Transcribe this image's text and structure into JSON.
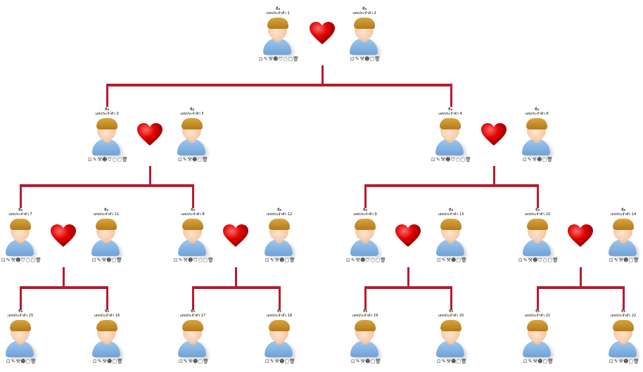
{
  "name_label": "ชื่อ",
  "id_prefix": "เลขประจำตัว",
  "colors": {
    "connector": "#b51c2e",
    "heart": "#d00000"
  },
  "icons_full": [
    "view-icon",
    "edit-icon",
    "tools-icon",
    "user-icon",
    "shield-icon",
    "circle-icon",
    "square-icon",
    "trash-icon"
  ],
  "icons_short": [
    "view-icon",
    "edit-icon",
    "tools-icon",
    "user-icon",
    "square-icon",
    "trash-icon"
  ],
  "persons": [
    {
      "id": "1",
      "full": true
    },
    {
      "id": "2",
      "full": false
    },
    {
      "id": "3",
      "full": true
    },
    {
      "id": "5",
      "full": false
    },
    {
      "id": "4",
      "full": true
    },
    {
      "id": "6",
      "full": false
    },
    {
      "id": "7",
      "full": true
    },
    {
      "id": "11",
      "full": false
    },
    {
      "id": "8",
      "full": true
    },
    {
      "id": "12",
      "full": false
    },
    {
      "id": "9",
      "full": true
    },
    {
      "id": "13",
      "full": false
    },
    {
      "id": "10",
      "full": true
    },
    {
      "id": "14",
      "full": false
    },
    {
      "id": "15",
      "full": false
    },
    {
      "id": "16",
      "full": false
    },
    {
      "id": "17",
      "full": false
    },
    {
      "id": "18",
      "full": false
    },
    {
      "id": "19",
      "full": false
    },
    {
      "id": "20",
      "full": false
    },
    {
      "id": "21",
      "full": false
    },
    {
      "id": "22",
      "full": false
    }
  ]
}
